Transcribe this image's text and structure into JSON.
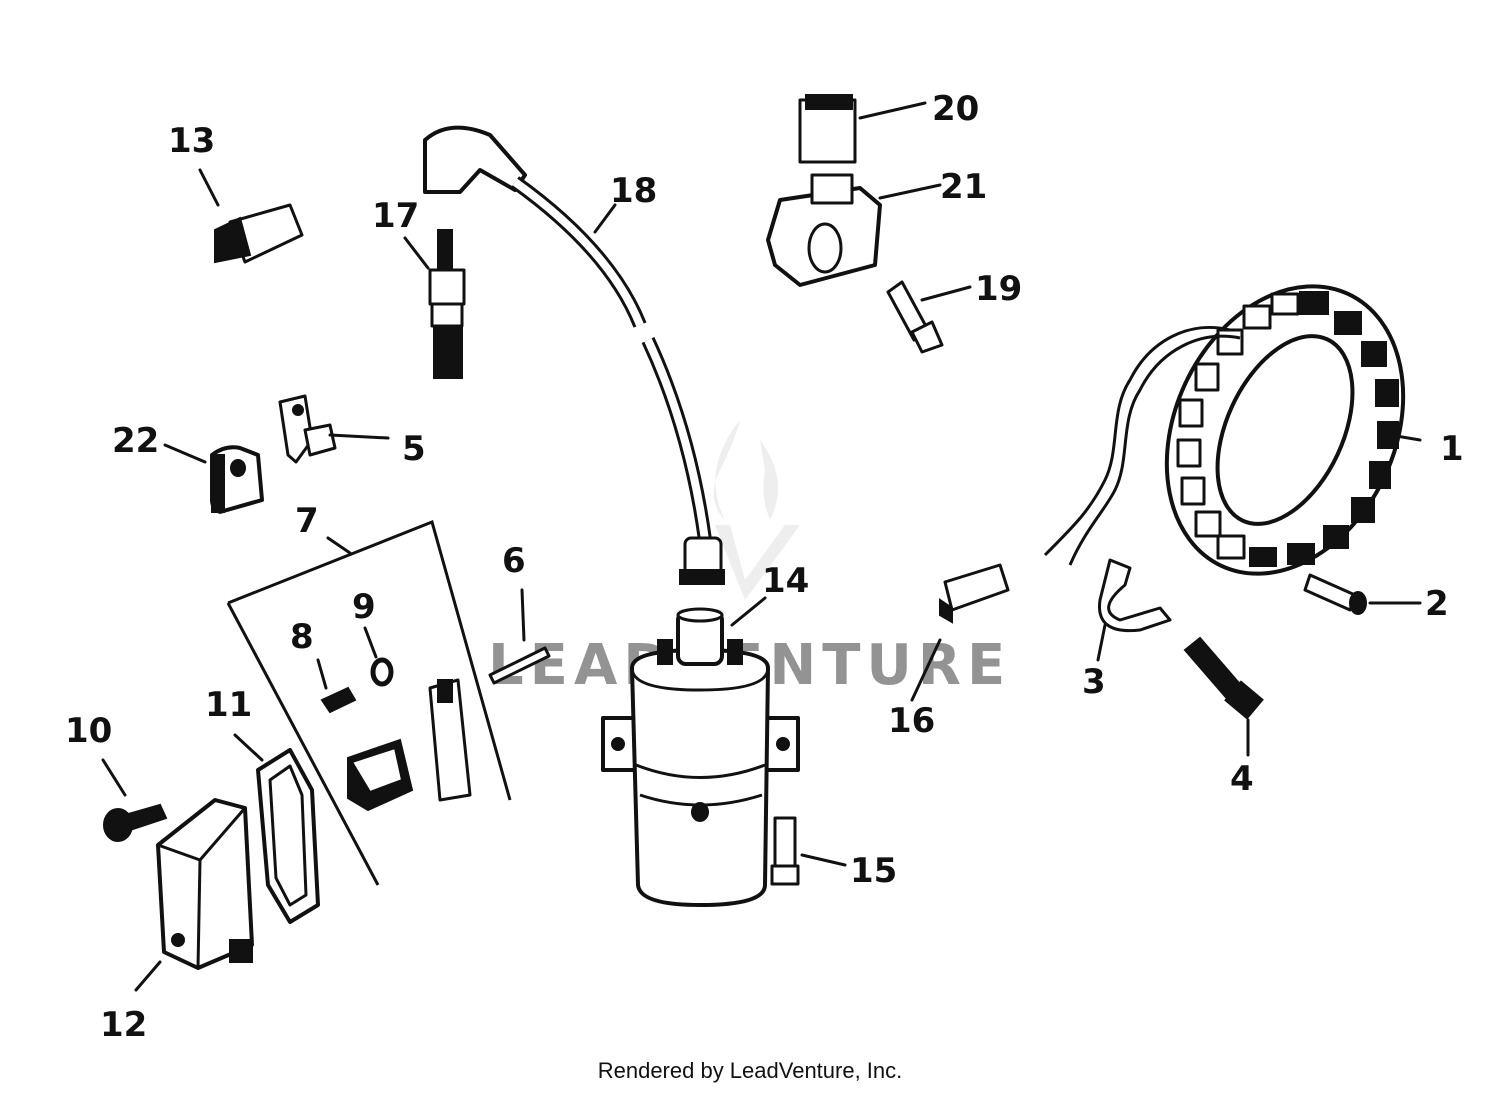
{
  "callouts": [
    {
      "id": "1",
      "text": "1"
    },
    {
      "id": "2",
      "text": "2"
    },
    {
      "id": "3",
      "text": "3"
    },
    {
      "id": "4",
      "text": "4"
    },
    {
      "id": "5",
      "text": "5"
    },
    {
      "id": "6",
      "text": "6"
    },
    {
      "id": "7",
      "text": "7"
    },
    {
      "id": "8",
      "text": "8"
    },
    {
      "id": "9",
      "text": "9"
    },
    {
      "id": "10",
      "text": "10"
    },
    {
      "id": "11",
      "text": "11"
    },
    {
      "id": "12",
      "text": "12"
    },
    {
      "id": "13",
      "text": "13"
    },
    {
      "id": "14",
      "text": "14"
    },
    {
      "id": "15",
      "text": "15"
    },
    {
      "id": "16",
      "text": "16"
    },
    {
      "id": "17",
      "text": "17"
    },
    {
      "id": "18",
      "text": "18"
    },
    {
      "id": "19",
      "text": "19"
    },
    {
      "id": "20",
      "text": "20"
    },
    {
      "id": "21",
      "text": "21"
    },
    {
      "id": "22",
      "text": "22"
    }
  ],
  "watermark": "LEADVENTURE",
  "footer": "Rendered by LeadVenture, Inc."
}
